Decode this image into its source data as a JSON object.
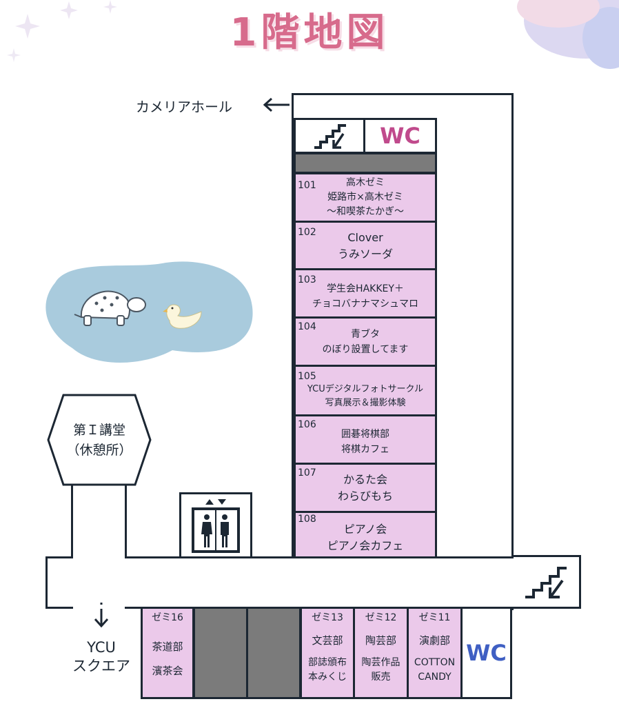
{
  "title": "1階地図",
  "directions": {
    "camellia_hall": "カメリアホール",
    "ycu_square_line1": "YCU",
    "ycu_square_line2": "スクエア"
  },
  "lecture_hall": {
    "line1": "第Ｉ講堂",
    "line2": "（休憩所）"
  },
  "restrooms": {
    "top": "WC",
    "bottom": "WC"
  },
  "colors": {
    "title": "#d76b8c",
    "room_fill": "#ebc9ea",
    "wall": "#1c2733",
    "closed_room": "#7b7b7b",
    "pond": "#a9cbdd",
    "wc_top": "#c04a8c",
    "wc_bottom": "#3f5fc3"
  },
  "rooms": [
    {
      "number": "101",
      "lines": [
        "高木ゼミ",
        "姫路市×高木ゼミ",
        "〜和喫茶たかぎ〜"
      ]
    },
    {
      "number": "102",
      "lines": [
        "Clover",
        "うみソーダ"
      ]
    },
    {
      "number": "103",
      "lines": [
        "学生会HAKKEY＋",
        "チョコバナナマシュマロ"
      ]
    },
    {
      "number": "104",
      "lines": [
        "青ブタ",
        "のぼり設置してます"
      ]
    },
    {
      "number": "105",
      "lines": [
        "YCUデジタルフォトサークル",
        "写真展示＆撮影体験"
      ]
    },
    {
      "number": "106",
      "lines": [
        "囲碁将棋部",
        "将棋カフェ"
      ]
    },
    {
      "number": "107",
      "lines": [
        "かるた会",
        "わらびもち"
      ]
    },
    {
      "number": "108",
      "lines": [
        "ピアノ会",
        "ピアノ会カフェ"
      ]
    }
  ],
  "bottom_rooms": [
    {
      "header": "ゼミ16",
      "lines": [
        "茶道部",
        "濱茶会"
      ]
    },
    {
      "header": "ゼミ13",
      "lines": [
        "文芸部",
        "部誌頒布",
        "本みくじ"
      ]
    },
    {
      "header": "ゼミ12",
      "lines": [
        "陶芸部",
        "陶芸作品",
        "販売"
      ]
    },
    {
      "header": "ゼミ11",
      "lines": [
        "演劇部",
        "COTTON",
        "CANDY"
      ]
    }
  ],
  "icons": [
    "stairs-down-icon",
    "elevator-icon",
    "arrow-left-icon",
    "arrow-down-icon",
    "turtle-icon",
    "duck-icon"
  ]
}
